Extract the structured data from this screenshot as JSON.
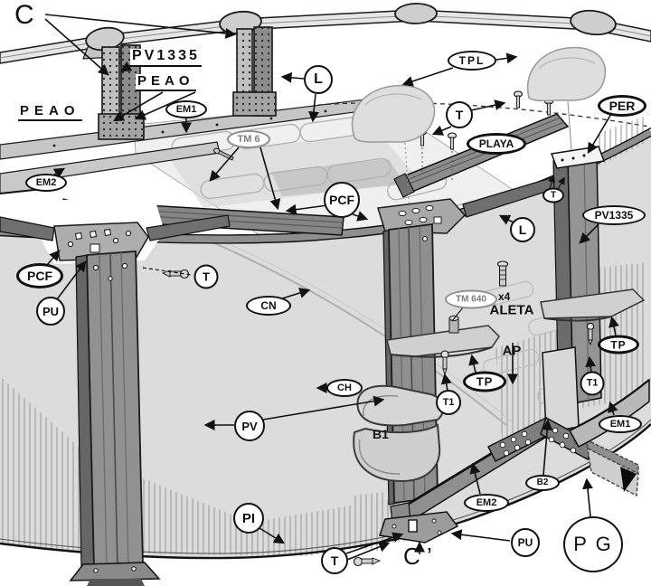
{
  "diagram": {
    "title": "above-ground-pool-structure-assembly",
    "labels": {
      "c_top": "C",
      "pv1335_top": "PV1335",
      "peao_top": "PEAO",
      "peao_left": "PEAO",
      "em1_top": "EM1",
      "em2_left": "EM2",
      "tm6": "TM 6",
      "l_top": "L",
      "tpl": "TPL",
      "t_top_right": "T",
      "playa": "PLAYA",
      "per": "PER",
      "t_post_right": "T",
      "pv1335_right": "PV1335",
      "pcf_center": "PCF",
      "l_right": "L",
      "pcf_left": "PCF",
      "pu_left": "PU",
      "t_left": "T",
      "cn": "CN",
      "tm640": "TM 640",
      "tm640_qty": "x4",
      "aleta_line1": "ALETA",
      "aleta_line2": "AP",
      "tp_center": "TP",
      "t1_center": "T1",
      "ch": "CH",
      "pv": "PV",
      "pi": "PI",
      "t_bottom": "T",
      "b1": "B1",
      "em2_bottom": "EM2",
      "b2": "B2",
      "pu_bottom": "PU",
      "pg": "P G",
      "c_prime": "C ’",
      "tp_right": "TP",
      "t1_right": "T1",
      "em1_right": "EM1"
    },
    "colors": {
      "line": "#111111",
      "wall": "#dcdcdc",
      "part_light": "#d6d6d6",
      "part_mid": "#919191",
      "part_dark": "#6f6f6f",
      "ghost": "#dedede",
      "gray_label": "#8f8f8f",
      "background": "#ffffff"
    }
  }
}
